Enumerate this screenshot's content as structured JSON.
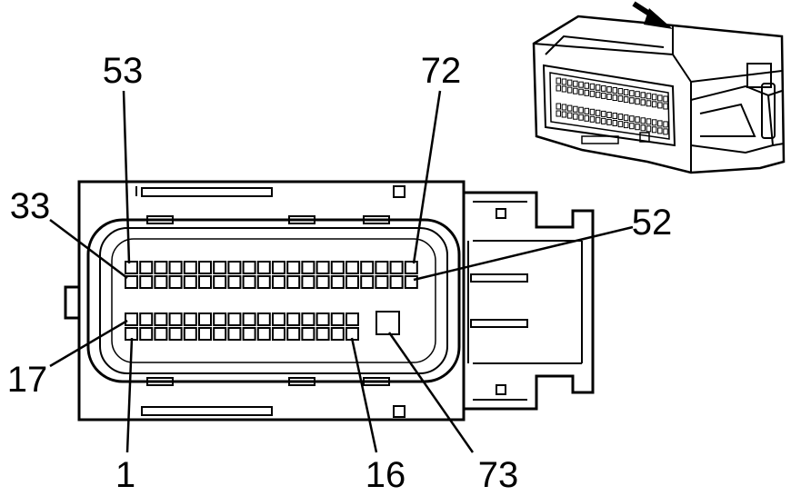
{
  "pin_labels": {
    "top_left": "53",
    "top_right": "72",
    "left_upper": "33",
    "right_upper": "52",
    "left_lower": "17",
    "bottom_left": "1",
    "bottom_mid": "16",
    "bottom_right": "73"
  },
  "layout_facts": {
    "top_row_cavities": 20,
    "second_row_cavities": 20,
    "third_row_cavities": 16,
    "bottom_row_cavities": 16,
    "special_cavities": 1
  },
  "colors": {
    "line": "#000000",
    "background": "#ffffff"
  }
}
